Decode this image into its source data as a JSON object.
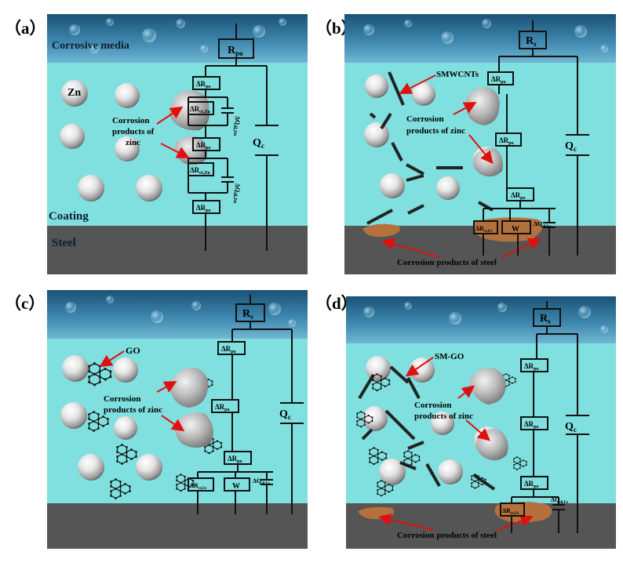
{
  "panels": [
    {
      "label": "（a）",
      "media_label": "Corrosive media",
      "top_resistor": "R",
      "top_resistor_sub": "po",
      "qc": "Q",
      "qc_sub": "c",
      "filler_label": "Zn",
      "zinc_label": "Corrosion\nproducts of\nzinc",
      "coating_label": "Coating",
      "steel_label": "Steel",
      "circuit": {
        "r1": "ΔR",
        "r1_sub": "po",
        "r2": "ΔR",
        "r2_sub": "ct,Zn",
        "q1": "ΔQ",
        "q1_sub": "dl,Zn",
        "r3": "ΔR",
        "r3_sub": "po",
        "r4": "ΔR",
        "r4_sub": "ct,Zn",
        "q2": "ΔQ",
        "q2_sub": "dl,Zn",
        "r5": "ΔR",
        "r5_sub": "po"
      }
    },
    {
      "label": "（b）",
      "top_resistor": "R",
      "top_resistor_sub": "s",
      "qc": "Q",
      "qc_sub": "c",
      "filler_label": "SMWCNTs",
      "zinc_label": "Corrosion\nproducts of zinc",
      "steel_product_label": "Corrosion products of steel",
      "circuit": {
        "r1": "ΔR",
        "r1_sub": "po",
        "r2": "ΔR",
        "r2_sub": "po",
        "r3": "ΔR",
        "r3_sub": "po",
        "rct": "ΔR",
        "rct_sub": "ct,Fe",
        "w": "W",
        "qdl": "ΔQ",
        "qdl_sub": "dl,Fe"
      }
    },
    {
      "label": "（c）",
      "top_resistor": "R",
      "top_resistor_sub": "s",
      "qc": "Q",
      "qc_sub": "c",
      "filler_label": "GO",
      "zinc_label": "Corrosion\nproducts of zinc",
      "circuit": {
        "r1": "ΔR",
        "r1_sub": "po",
        "r2": "ΔR",
        "r2_sub": "po",
        "r3": "ΔR",
        "r3_sub": "po",
        "rct": "ΔR",
        "rct_sub": "ct,Fe",
        "w": "W",
        "qdl": "ΔQ",
        "qdl_sub": "dl,Fe"
      }
    },
    {
      "label": "（d）",
      "top_resistor": "R",
      "top_resistor_sub": "s",
      "qc": "Q",
      "qc_sub": "c",
      "filler_label": "SM-GO",
      "zinc_label": "Corrosion\nproducts of zinc",
      "steel_product_label": "Corrosion products of steel",
      "circuit": {
        "r1": "ΔR",
        "r1_sub": "po",
        "r2": "ΔR",
        "r2_sub": "po",
        "r3": "ΔR",
        "r3_sub": "po",
        "rct": "ΔR",
        "rct_sub": "ct,Fe",
        "qdl": "ΔQ",
        "qdl_sub": "dl,Fe"
      }
    }
  ],
  "colors": {
    "media_dark": "#1d5f86",
    "media_light": "#5aa3c4",
    "coating": "#7fe0df",
    "steel": "#545454",
    "arrow": "#e01010",
    "rust": "#b5713d"
  }
}
